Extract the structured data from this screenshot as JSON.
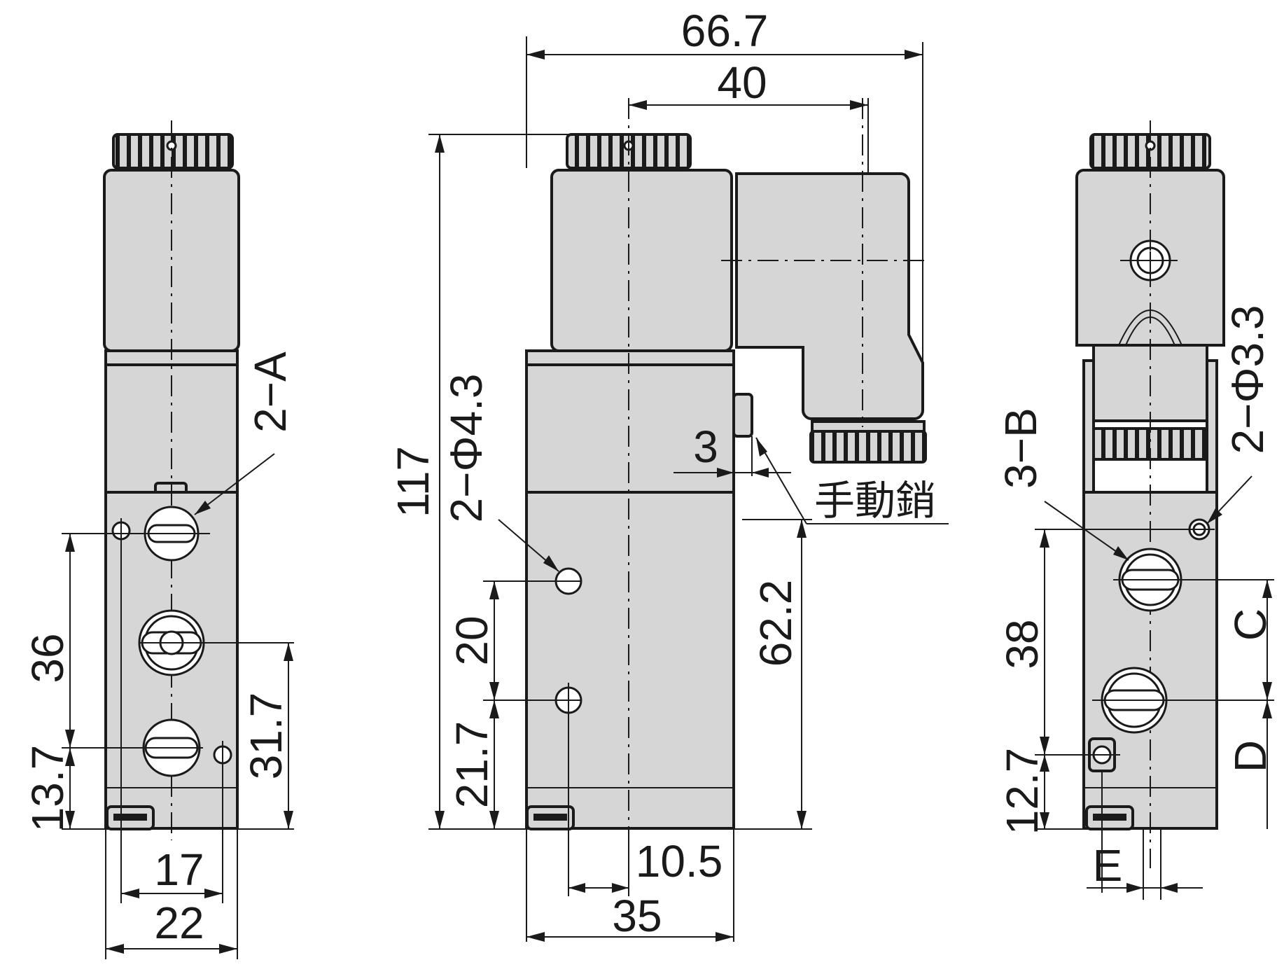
{
  "dimensions": {
    "width_total": "66.7",
    "width_coil": "40",
    "height_total": "117",
    "height_manual": "62.2",
    "front_width": "35",
    "offset_center": "10.5",
    "mount_hole_label": "2−Φ4.3",
    "pitch_20": "20",
    "pitch_21_7": "21.7",
    "manual_button": "3",
    "manual_label": "手動銷",
    "left_port_label": "2−A",
    "left_36": "36",
    "left_13_7": "13.7",
    "left_31_7": "31.7",
    "left_17": "17",
    "left_22": "22",
    "right_port_label": "3−B",
    "right_hole_label": "2−Φ3.3",
    "right_38": "38",
    "right_12_7": "12.7",
    "right_C": "C",
    "right_D": "D",
    "right_E": "E"
  }
}
